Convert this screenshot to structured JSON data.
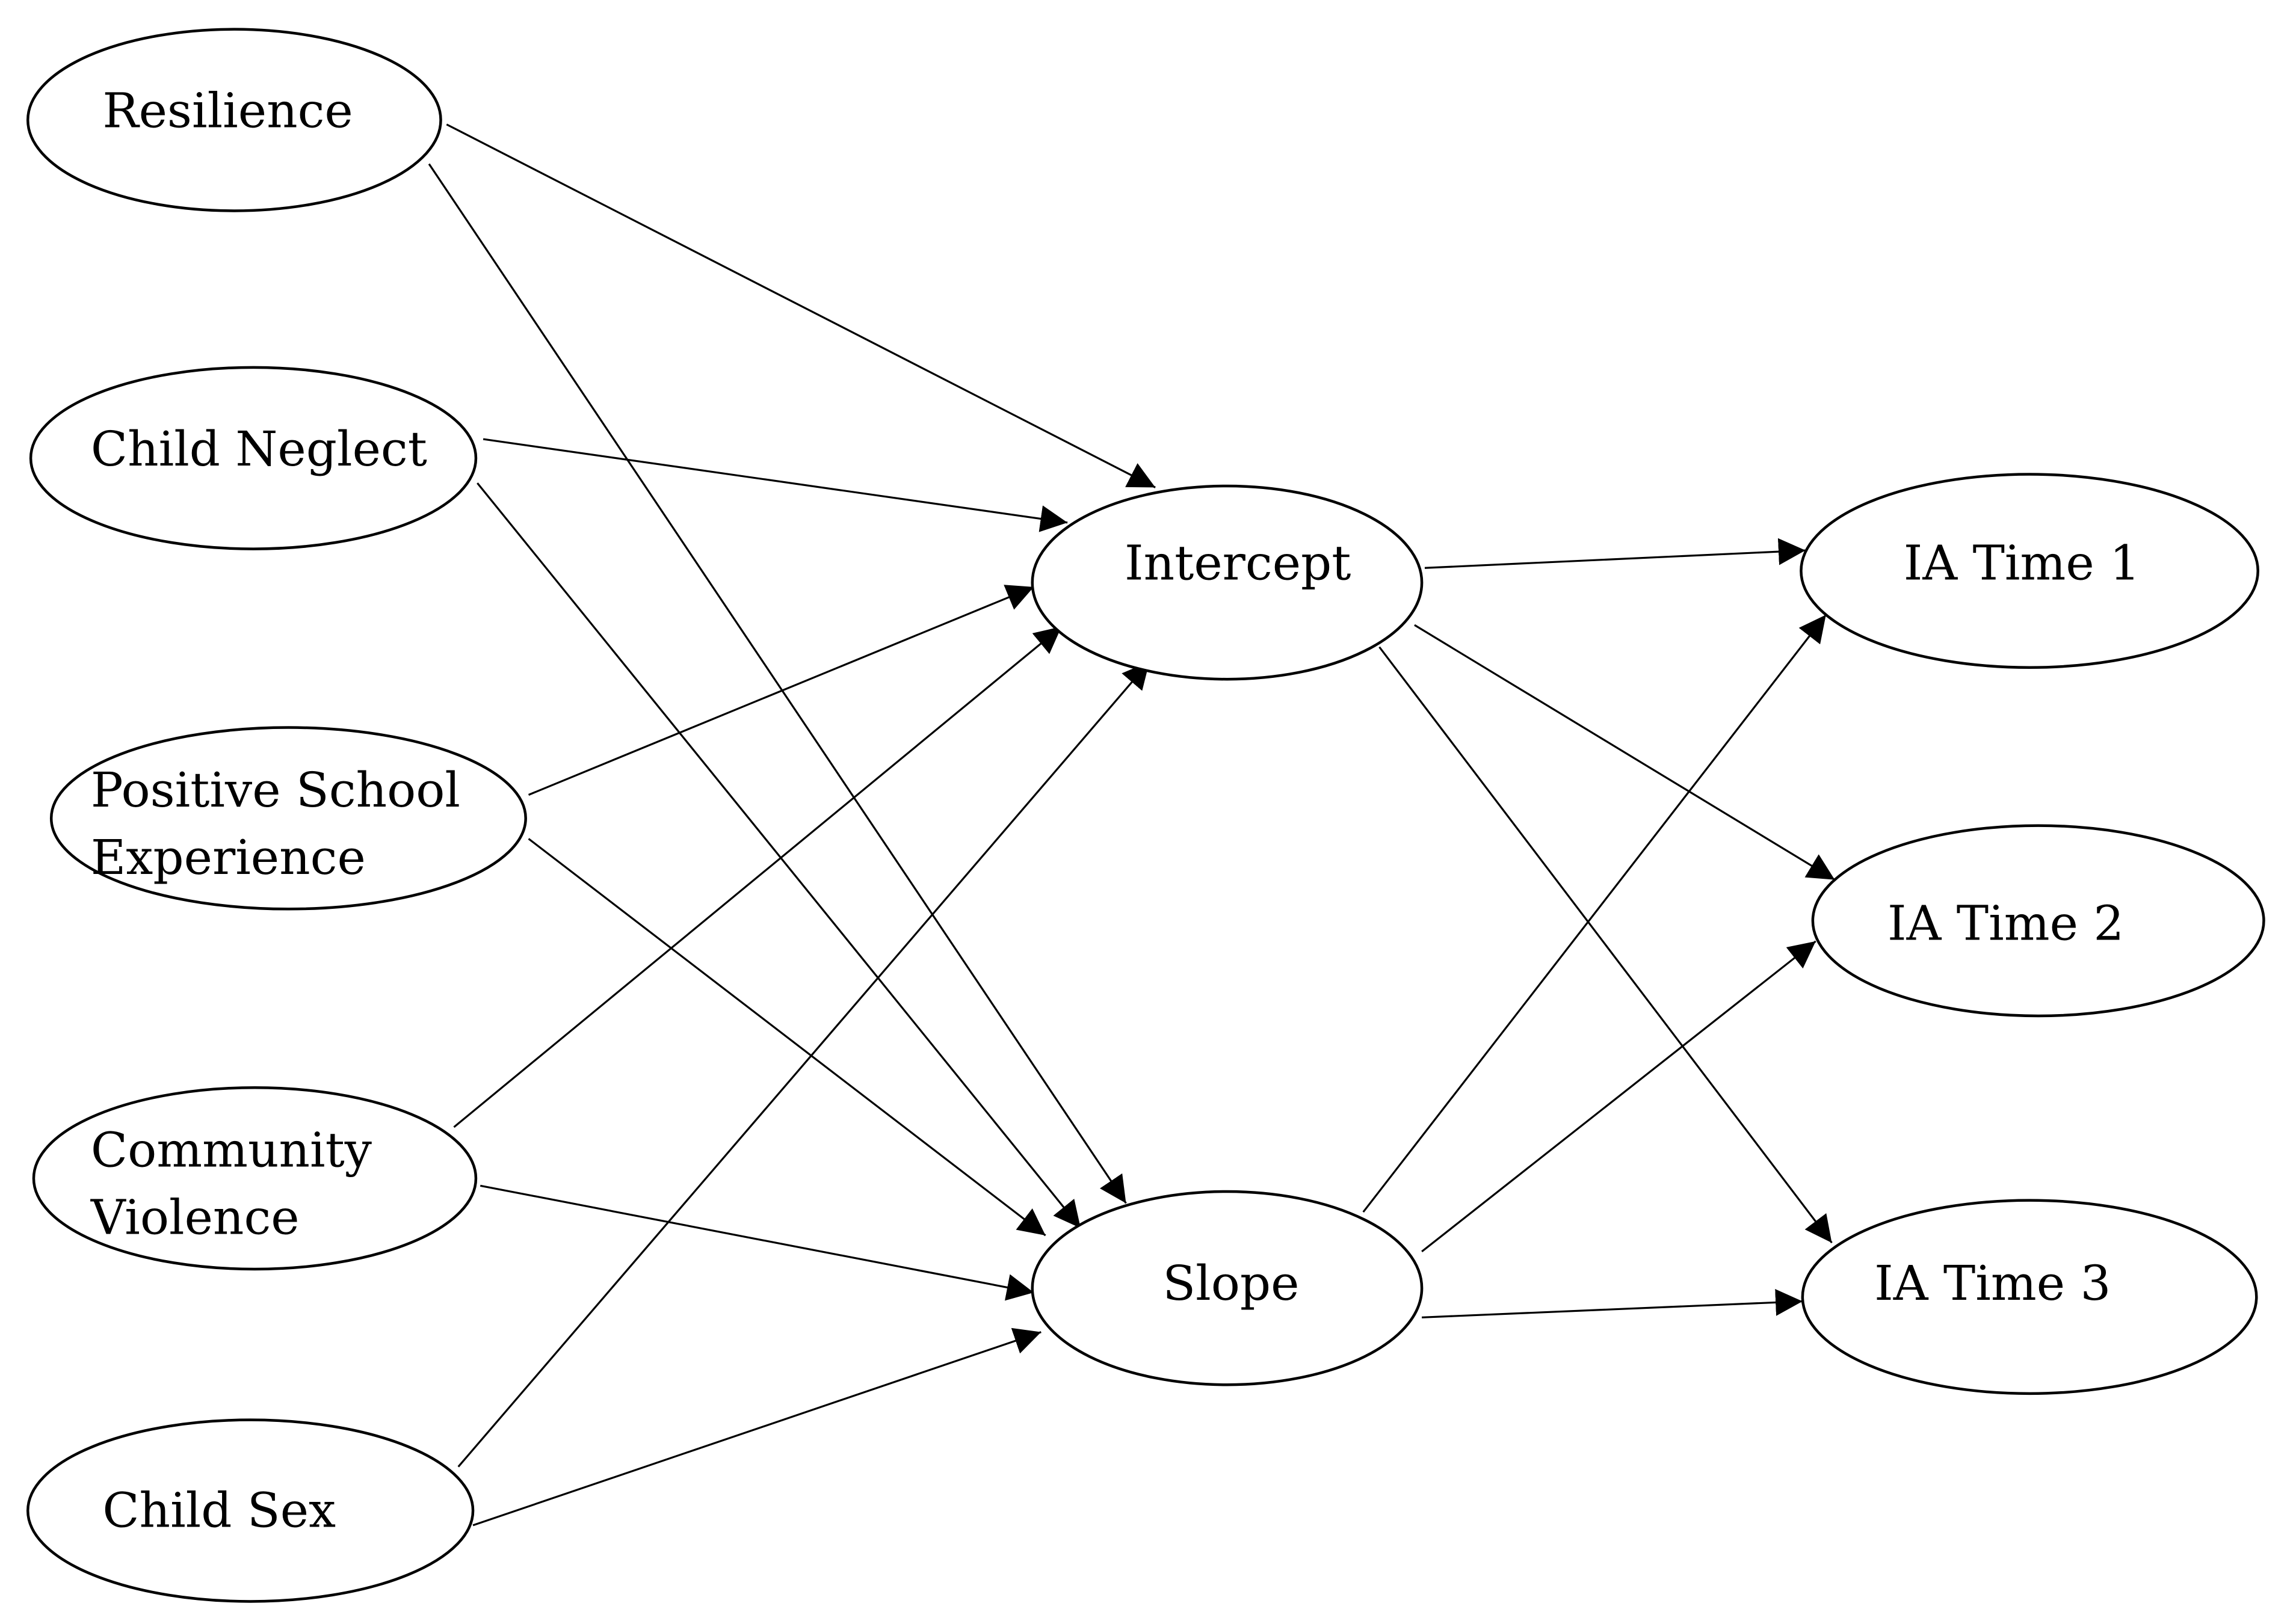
{
  "nodes": [
    {
      "id": "resilience",
      "lines": [
        "Resilience"
      ]
    },
    {
      "id": "child-neglect",
      "lines": [
        "Child Neglect"
      ]
    },
    {
      "id": "positive-school-experience",
      "lines": [
        "Positive School",
        "Experience"
      ]
    },
    {
      "id": "community-violence",
      "lines": [
        "Community",
        "Violence"
      ]
    },
    {
      "id": "child-sex",
      "lines": [
        "Child Sex"
      ]
    },
    {
      "id": "intercept",
      "lines": [
        "Intercept"
      ]
    },
    {
      "id": "slope",
      "lines": [
        "Slope"
      ]
    },
    {
      "id": "ia-time-1",
      "lines": [
        "IA Time 1"
      ]
    },
    {
      "id": "ia-time-2",
      "lines": [
        "IA Time 2"
      ]
    },
    {
      "id": "ia-time-3",
      "lines": [
        "IA Time 3"
      ]
    }
  ],
  "edges": [
    {
      "from": "resilience",
      "to": "intercept"
    },
    {
      "from": "resilience",
      "to": "slope"
    },
    {
      "from": "child-neglect",
      "to": "intercept"
    },
    {
      "from": "child-neglect",
      "to": "slope"
    },
    {
      "from": "positive-school-experience",
      "to": "intercept"
    },
    {
      "from": "positive-school-experience",
      "to": "slope"
    },
    {
      "from": "community-violence",
      "to": "intercept"
    },
    {
      "from": "community-violence",
      "to": "slope"
    },
    {
      "from": "child-sex",
      "to": "intercept"
    },
    {
      "from": "child-sex",
      "to": "slope"
    },
    {
      "from": "intercept",
      "to": "ia-time-1"
    },
    {
      "from": "intercept",
      "to": "ia-time-2"
    },
    {
      "from": "intercept",
      "to": "ia-time-3"
    },
    {
      "from": "slope",
      "to": "ia-time-1"
    },
    {
      "from": "slope",
      "to": "ia-time-2"
    },
    {
      "from": "slope",
      "to": "ia-time-3"
    }
  ],
  "colors": {
    "stroke": "#000000",
    "background": "#ffffff"
  }
}
